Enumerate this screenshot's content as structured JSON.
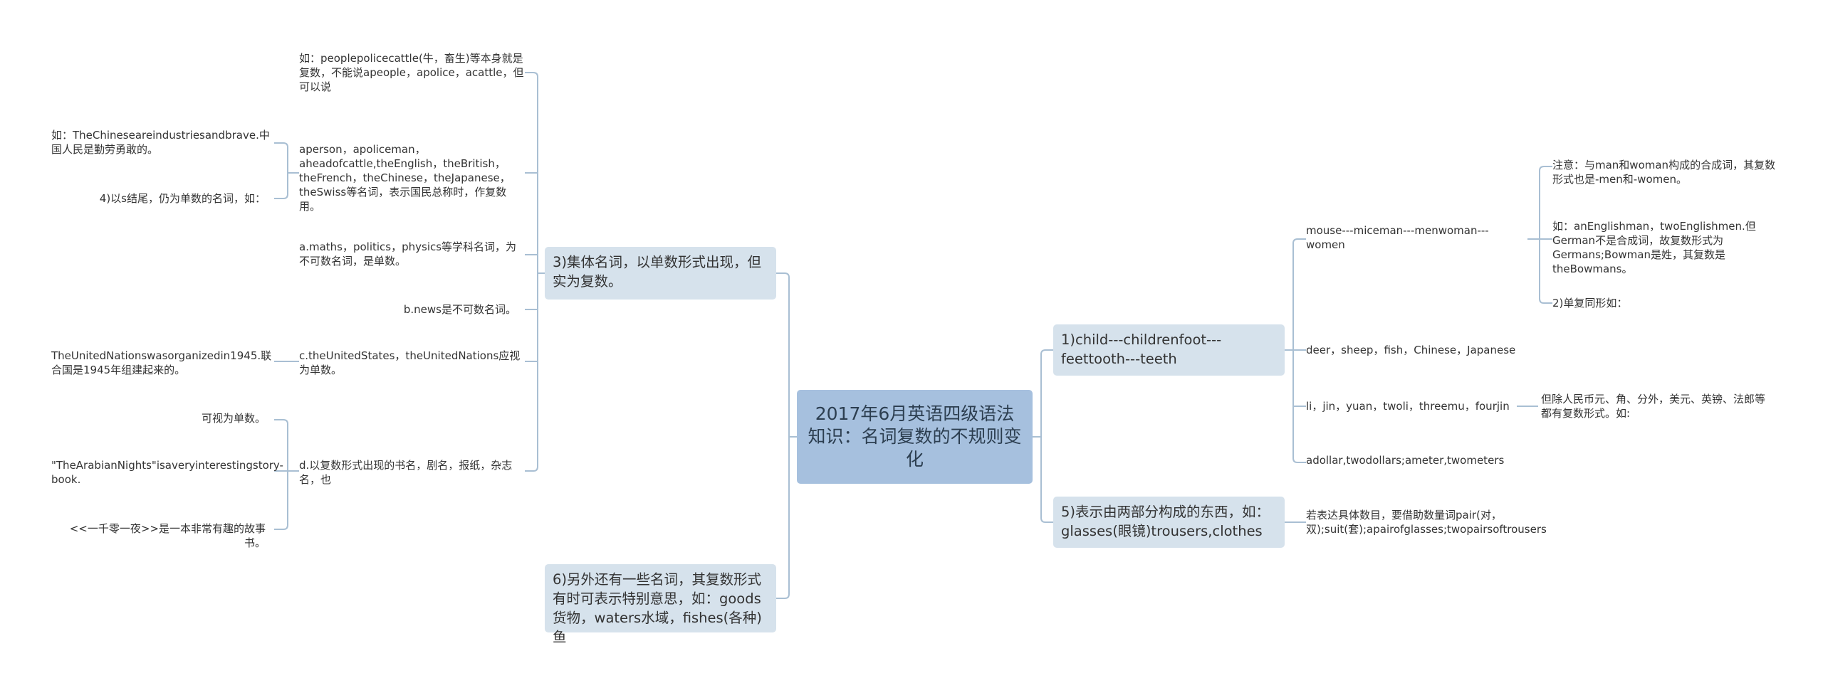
{
  "root": "2017年6月英语四级语法知识：名词复数的不规则变化",
  "left": {
    "b3": {
      "label": "3)集体名词，以单数形式出现，但实为复数。",
      "l1": "如：peoplepolicecattle(牛，畜生)等本身就是复数，不能说apeople，apolice，acattle，但可以说",
      "l2": "aperson，apoliceman，aheadofcattle,theEnglish，theBritish，theFrench，theChinese，theJapanese，theSwiss等名词，表示国民总称时，作复数用。",
      "l2a": "如：TheChineseareindustriesandbrave.中国人民是勤劳勇敢的。",
      "l2b": "4)以s结尾，仍为单数的名词，如：",
      "l3": "a.maths，politics，physics等学科名词，为不可数名词，是单数。",
      "l4": "b.news是不可数名词。",
      "l5": "c.theUnitedStates，theUnitedNations应视为单数。",
      "l5a": "TheUnitedNationswasorganizedin1945.联合国是1945年组建起来的。",
      "l6": "d.以复数形式出现的书名，剧名，报纸，杂志名，也",
      "l6a": "可视为单数。",
      "l6b": "\"TheArabianNights\"isaveryinterestingstory-book.",
      "l6c": "<<一千零一夜>>是一本非常有趣的故事书。"
    },
    "b6": {
      "label": "6)另外还有一些名词，其复数形式有时可表示特别意思，如：goods货物，waters水域，fishes(各种)鱼"
    }
  },
  "right": {
    "b1": {
      "label": "1)child---childrenfoot---feettooth---teeth",
      "r1": "mouse---miceman---menwoman---women",
      "r1a": "注意：与man和woman构成的合成词，其复数形式也是-men和-women。",
      "r1b": "如：anEnglishman，twoEnglishmen.但German不是合成词，故复数形式为Germans;Bowman是姓，其复数是theBowmans。",
      "r1c": "2)单复同形如：",
      "r2": "deer，sheep，fish，Chinese，Japanese",
      "r3": "li，jin，yuan，twoli，threemu，fourjin",
      "r3a": "但除人民币元、角、分外，美元、英镑、法郎等都有复数形式。如:",
      "r4": "adollar,twodollars;ameter,twometers"
    },
    "b5": {
      "label": "5)表示由两部分构成的东西，如：glasses(眼镜)trousers,clothes",
      "r1": "若表达具体数目，要借助数量词pair(对，双);suit(套);apairofglasses;twopairsoftrousers"
    }
  }
}
